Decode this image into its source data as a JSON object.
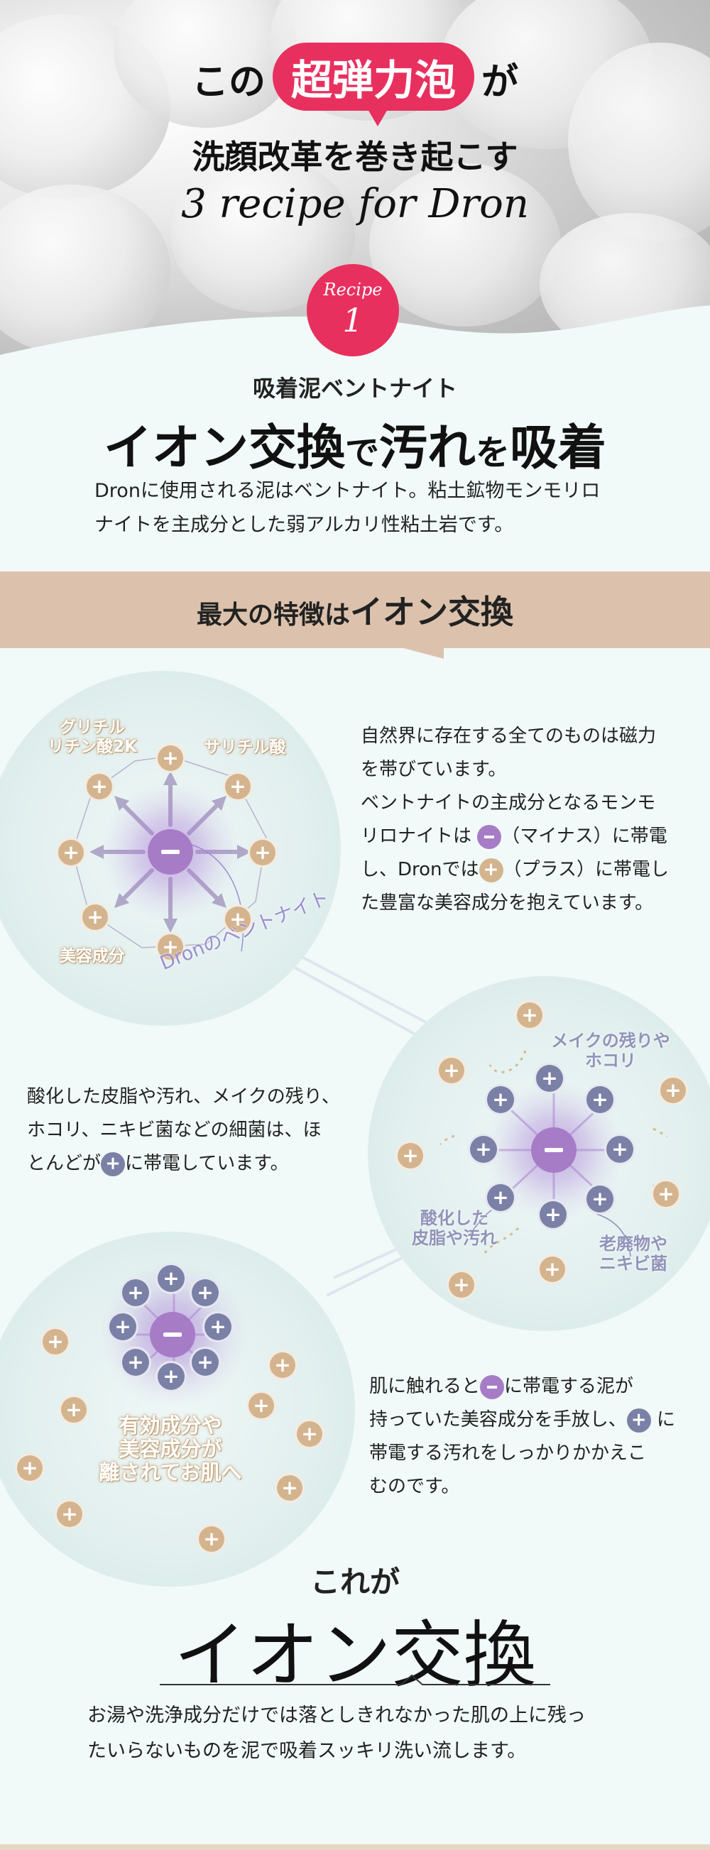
{
  "hero": {
    "line1_before": "この",
    "line1_highlight": "超弾力泡",
    "line1_after": "が",
    "line2": "洗顔改革を巻き起こす",
    "line3": "3 recipe for Dron",
    "badge_label": "Recipe",
    "badge_number": "1"
  },
  "section1": {
    "subtitle": "吸着泥ベントナイト",
    "title_part1": "イオン交換",
    "title_part2": "で",
    "title_part3": "汚れ",
    "title_part4": "を",
    "title_part5": "吸着",
    "intro_line1": "Dronに使用される泥はベントナイト。粘土鉱物モンモリロ",
    "intro_line2": "ナイトを主成分とした弱アルカリ性粘土岩です。"
  },
  "band": {
    "prefix": "最大の特徴は",
    "highlight": "イオン交換"
  },
  "diagram1": {
    "label_glycyrrhizin_1": "グリチル",
    "label_glycyrrhizin_2": "リチン酸2K",
    "label_salicylic": "サリチル酸",
    "label_beauty": "美容成分",
    "label_bentonite": "Dronのベントナイト"
  },
  "para1": {
    "line1": "自然界に存在する全てのものは磁力",
    "line2": "を帯びています。",
    "line3": "ベントナイトの主成分となるモンモ",
    "line4_a": "リロナイトは",
    "line4_b": "（マイナス）に帯電",
    "line5_a": "し、Dronでは",
    "line5_b": "（プラス）に帯電し",
    "line6": "た豊富な美容成分を抱えています。"
  },
  "diagram2": {
    "label_makeup_1": "メイクの残りや",
    "label_makeup_2": "ホコリ",
    "label_sebum_1": "酸化した",
    "label_sebum_2": "皮脂や汚れ",
    "label_waste_1": "老廃物や",
    "label_waste_2": "ニキビ菌"
  },
  "para2": {
    "line1": "酸化した皮脂や汚れ、メイクの残り、",
    "line2": "ホコリ、ニキビ菌などの細菌は、ほ",
    "line3_a": "とんどが",
    "line3_b": "に帯電しています。"
  },
  "diagram3": {
    "label_1": "有効成分や",
    "label_2": "美容成分が",
    "label_3": "離されてお肌へ"
  },
  "para3": {
    "line1_a": "肌に触れると",
    "line1_b": "に帯電する泥が",
    "line2_a": "持っていた美容成分を手放し、",
    "line2_b": "に",
    "line3": "帯電する汚れをしっかりかかえこ",
    "line4": "むのです。"
  },
  "conclusion": {
    "lead": "これが",
    "title": "イオン交換",
    "body_line1": "お湯や洗浄成分だけでは落としきれなかった肌の上に残っ",
    "body_line2": "たいらないものを泥で吸着スッキリ洗い流します。"
  },
  "symbols": {
    "plus": "+"
  },
  "colors": {
    "accent_pink": "#e8305f",
    "band_beige": "#dcc2ac",
    "plus_gold": "#d4b48e",
    "plus_purple": "#7b80a6",
    "minus_purple": "#a77cc7",
    "background": "#f1faf8"
  }
}
